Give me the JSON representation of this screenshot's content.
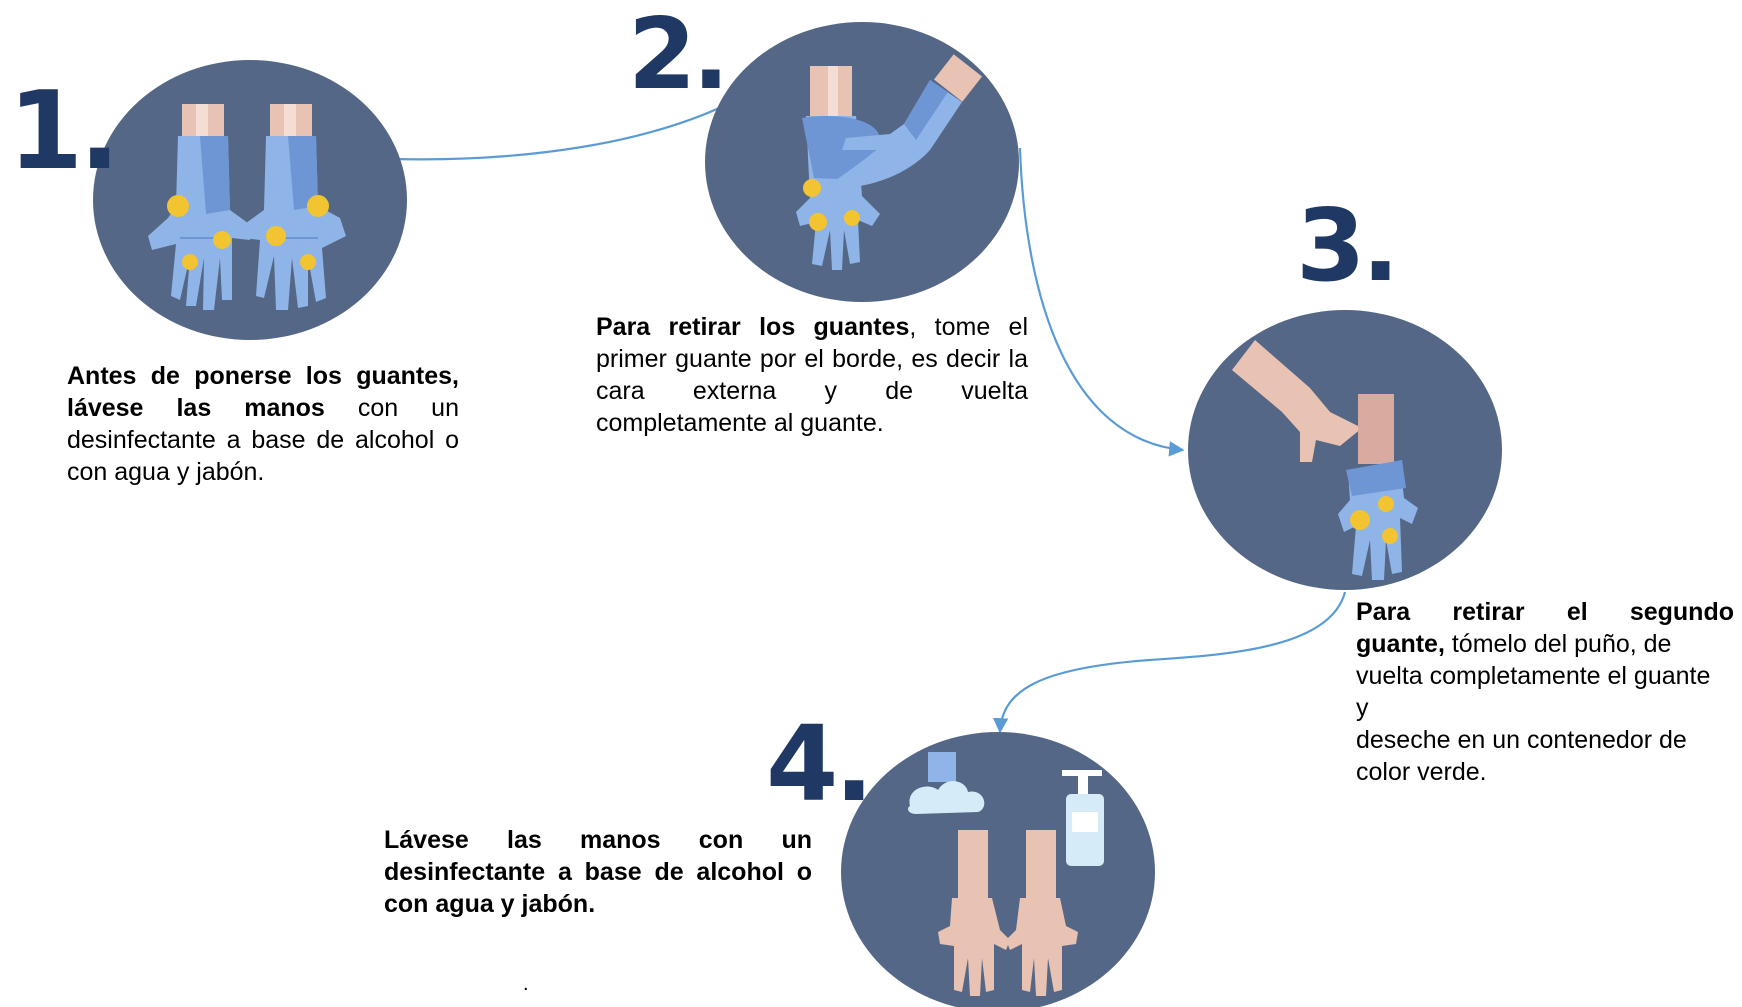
{
  "colors": {
    "circle": "#546786",
    "number": "#1f3864",
    "arrow": "#5b9bd5",
    "glove": "#8fb4e8",
    "glove_dark": "#6f96d4",
    "skin": "#e8c3b3",
    "cuff": "#d9aaa0",
    "virus": "#f2c431",
    "cloud": "#d5ecf8"
  },
  "icons": [
    "gloved-hands-icon",
    "glove-removal-icon",
    "second-glove-removal-icon",
    "handwash-icon",
    "soap-dispenser-icon",
    "water-cloud-icon"
  ],
  "steps": [
    {
      "number": "1.",
      "bold": "Antes de ponerse los guantes, lávese las manos",
      "rest": " con un desinfectante a base de alcohol o con agua y jabón."
    },
    {
      "number": "2.",
      "bold": "Para retirar los guantes",
      "rest": ", tome el primer guante por el borde, es decir la cara externa y de vuelta completamente al guante."
    },
    {
      "number": "3.",
      "bold_line1": "Para retirar el segundo",
      "bold_line2": "guante,",
      "rest_line2": " tómelo del puño, de",
      "line3": "vuelta completamente el guante",
      "line4": "y",
      "line5": "deseche en un contenedor de",
      "line6": "color verde."
    },
    {
      "number": "4.",
      "bold": "Lávese las manos con un desinfectante a base de alcohol o con agua y jabón."
    }
  ],
  "footnote": "."
}
